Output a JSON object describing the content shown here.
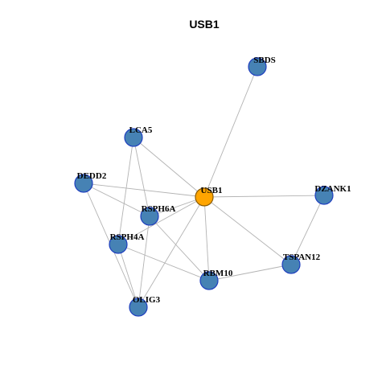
{
  "title": "USB1",
  "colors": {
    "node_fill": "#4682B4",
    "node_stroke": "#1F3FBF",
    "center_fill": "#FFA500",
    "center_stroke": "#8B5A00",
    "edge": "#B3B3B3"
  },
  "nodes": [
    {
      "id": "SBDS",
      "label": "SBDS",
      "center": false
    },
    {
      "id": "LCA5",
      "label": "LCA5",
      "center": false
    },
    {
      "id": "DEDD2",
      "label": "DEDD2",
      "center": false
    },
    {
      "id": "USB1",
      "label": "USB1",
      "center": true
    },
    {
      "id": "DZANK1",
      "label": "DZANK1",
      "center": false
    },
    {
      "id": "RSPH6A",
      "label": "RSPH6A",
      "center": false
    },
    {
      "id": "RSPH4A",
      "label": "RSPH4A",
      "center": false
    },
    {
      "id": "TSPAN12",
      "label": "TSPAN12",
      "center": false
    },
    {
      "id": "RBM10",
      "label": "RBM10",
      "center": false
    },
    {
      "id": "OLIG3",
      "label": "OLIG3",
      "center": false
    }
  ],
  "edges": [
    [
      "USB1",
      "SBDS"
    ],
    [
      "USB1",
      "LCA5"
    ],
    [
      "USB1",
      "DEDD2"
    ],
    [
      "USB1",
      "DZANK1"
    ],
    [
      "USB1",
      "RSPH6A"
    ],
    [
      "USB1",
      "RSPH4A"
    ],
    [
      "USB1",
      "TSPAN12"
    ],
    [
      "USB1",
      "RBM10"
    ],
    [
      "USB1",
      "OLIG3"
    ],
    [
      "LCA5",
      "RSPH6A"
    ],
    [
      "LCA5",
      "RSPH4A"
    ],
    [
      "DEDD2",
      "RSPH6A"
    ],
    [
      "DEDD2",
      "OLIG3"
    ],
    [
      "RSPH6A",
      "RBM10"
    ],
    [
      "RSPH6A",
      "OLIG3"
    ],
    [
      "RSPH4A",
      "RBM10"
    ],
    [
      "RSPH4A",
      "OLIG3"
    ],
    [
      "DZANK1",
      "TSPAN12"
    ],
    [
      "TSPAN12",
      "RBM10"
    ]
  ]
}
